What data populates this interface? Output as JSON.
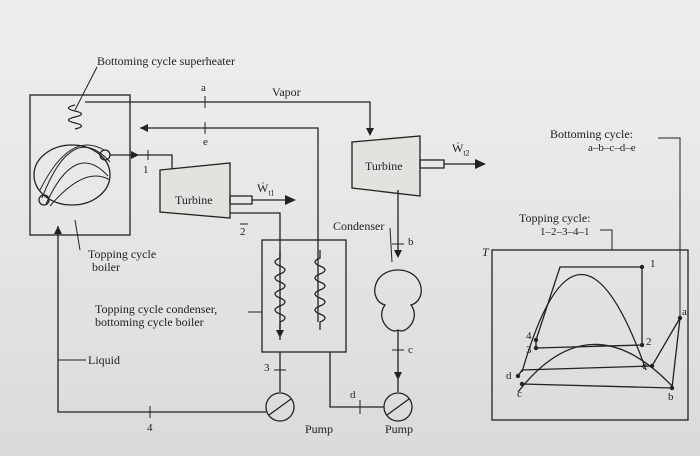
{
  "labels": {
    "superheater": "Bottoming cycle superheater",
    "vapor": "Vapor",
    "topping_boiler_1": "Topping cycle",
    "topping_boiler_2": "boiler",
    "turbine_1": "Turbine",
    "turbine_2": "Turbine",
    "work_1": "Ẇ",
    "work_1_sub": "t1",
    "work_2": "Ẇ",
    "work_2_sub": "t2",
    "condenser": "Condenser",
    "hx_1": "Topping cycle condenser,",
    "hx_2": "bottoming cycle boiler",
    "liquid": "Liquid",
    "pump_1": "Pump",
    "pump_2": "Pump",
    "bottoming_title": "Bottoming cycle:",
    "bottoming_states": "a–b–c–d–e",
    "topping_title": "Topping cycle:",
    "topping_states": "1–2–3–4–1",
    "axis_T": "T"
  },
  "state_points": {
    "a": "a",
    "b": "b",
    "c": "c",
    "d": "d",
    "e": "e",
    "s1": "1",
    "s2": "2",
    "s3": "3",
    "s4": "4"
  },
  "ts_points": {
    "a": "a",
    "b": "b",
    "c": "c",
    "d": "d",
    "e": "e",
    "s1": "1",
    "s2": "2",
    "s3": "3",
    "s4": "4"
  }
}
